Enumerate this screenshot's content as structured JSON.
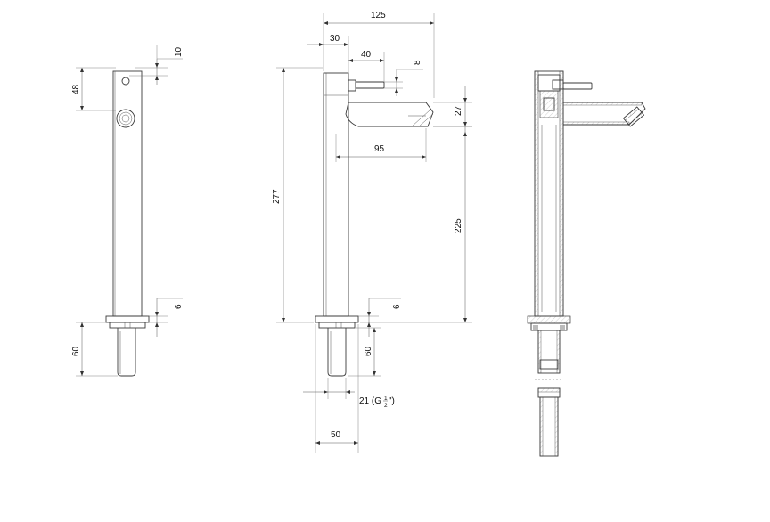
{
  "dimensions": {
    "side_top_gap": "10",
    "side_handle_height": "48",
    "side_base_gap": "6",
    "side_tail": "60",
    "front_width": "125",
    "front_handle_offset": "30",
    "front_lever": "40",
    "front_lever_thickness": "8",
    "front_spout_height": "27",
    "front_reach": "95",
    "front_total_height": "277",
    "front_body_height": "225",
    "front_base_gap": "6",
    "front_tail": "60",
    "front_thread_main": "21 (G",
    "front_thread_num": "1",
    "front_thread_den": "2",
    "front_thread_close": "\")",
    "front_base_width": "50"
  }
}
